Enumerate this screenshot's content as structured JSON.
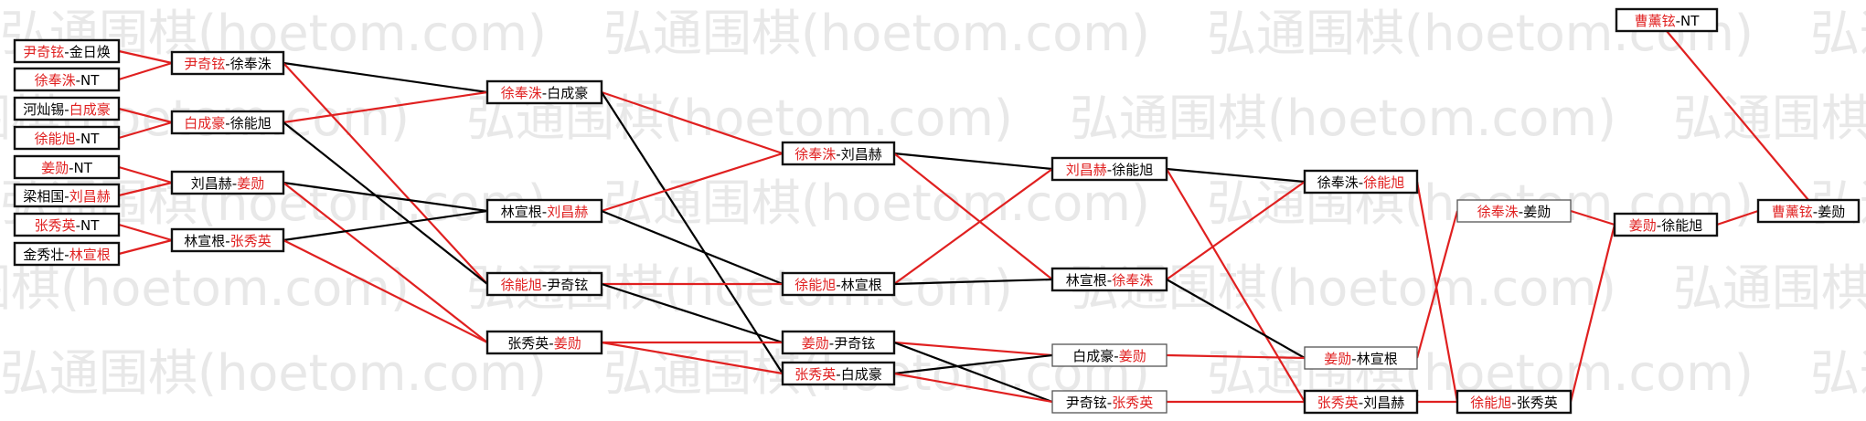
{
  "colors": {
    "winner": "#e02020",
    "loser": "#000000",
    "box_border_dark": "#111111",
    "box_border_light": "#555555",
    "watermark": "#e8e8e8"
  },
  "watermark": {
    "text": "弘通围棋(hoetom.com)"
  },
  "matches": [
    {
      "id": "a1",
      "p1": "尹奇铉",
      "p2": "金日焕",
      "winner": 1
    },
    {
      "id": "a2",
      "p1": "徐奉洙",
      "p2": "NT",
      "winner": 1
    },
    {
      "id": "a3",
      "p1": "河灿锡",
      "p2": "白成豪",
      "winner": 2
    },
    {
      "id": "a4",
      "p1": "徐能旭",
      "p2": "NT",
      "winner": 1
    },
    {
      "id": "a5",
      "p1": "姜勋",
      "p2": "NT",
      "winner": 1
    },
    {
      "id": "a6",
      "p1": "梁相国",
      "p2": "刘昌赫",
      "winner": 2
    },
    {
      "id": "a7",
      "p1": "张秀英",
      "p2": "NT",
      "winner": 1
    },
    {
      "id": "a8",
      "p1": "金秀壮",
      "p2": "林宣根",
      "winner": 2
    },
    {
      "id": "b1",
      "p1": "尹奇铉",
      "p2": "徐奉洙",
      "winner": 1
    },
    {
      "id": "b2",
      "p1": "白成豪",
      "p2": "徐能旭",
      "winner": 1
    },
    {
      "id": "b3",
      "p1": "刘昌赫",
      "p2": "姜勋",
      "winner": 2
    },
    {
      "id": "b4",
      "p1": "林宣根",
      "p2": "张秀英",
      "winner": 2
    },
    {
      "id": "c1",
      "p1": "徐奉洙",
      "p2": "白成豪",
      "winner": 1
    },
    {
      "id": "c2",
      "p1": "林宣根",
      "p2": "刘昌赫",
      "winner": 2
    },
    {
      "id": "c3",
      "p1": "徐能旭",
      "p2": "尹奇铉",
      "winner": 1
    },
    {
      "id": "c4",
      "p1": "张秀英",
      "p2": "姜勋",
      "winner": 2
    },
    {
      "id": "d1",
      "p1": "徐奉洙",
      "p2": "刘昌赫",
      "winner": 1
    },
    {
      "id": "d2",
      "p1": "徐能旭",
      "p2": "林宣根",
      "winner": 1
    },
    {
      "id": "d3",
      "p1": "姜勋",
      "p2": "尹奇铉",
      "winner": 1
    },
    {
      "id": "d4",
      "p1": "张秀英",
      "p2": "白成豪",
      "winner": 1
    },
    {
      "id": "e1",
      "p1": "刘昌赫",
      "p2": "徐能旭",
      "winner": 1
    },
    {
      "id": "e2",
      "p1": "林宣根",
      "p2": "徐奉洙",
      "winner": 2
    },
    {
      "id": "e3",
      "p1": "白成豪",
      "p2": "姜勋",
      "winner": 2
    },
    {
      "id": "e4",
      "p1": "尹奇铉",
      "p2": "张秀英",
      "winner": 2
    },
    {
      "id": "f1",
      "p1": "徐奉洙",
      "p2": "徐能旭",
      "winner": 2
    },
    {
      "id": "f2",
      "p1": "姜勋",
      "p2": "林宣根",
      "winner": 1
    },
    {
      "id": "f3",
      "p1": "张秀英",
      "p2": "刘昌赫",
      "winner": 1
    },
    {
      "id": "g1",
      "p1": "徐奉洙",
      "p2": "姜勋",
      "winner": 1
    },
    {
      "id": "g2",
      "p1": "徐能旭",
      "p2": "张秀英",
      "winner": 1
    },
    {
      "id": "h1",
      "p1": "姜勋",
      "p2": "徐能旭",
      "winner": 1
    },
    {
      "id": "i0",
      "p1": "曹薰铉",
      "p2": "NT",
      "winner": 1
    },
    {
      "id": "i1",
      "p1": "曹薰铉",
      "p2": "姜勋",
      "winner": 1
    }
  ],
  "connections": [
    {
      "from": "a1",
      "to": "b1",
      "result": "winner"
    },
    {
      "from": "a2",
      "to": "b1",
      "result": "winner"
    },
    {
      "from": "a3",
      "to": "b2",
      "result": "winner"
    },
    {
      "from": "a4",
      "to": "b2",
      "result": "winner"
    },
    {
      "from": "a5",
      "to": "b3",
      "result": "winner"
    },
    {
      "from": "a6",
      "to": "b3",
      "result": "winner"
    },
    {
      "from": "a7",
      "to": "b4",
      "result": "winner"
    },
    {
      "from": "a8",
      "to": "b4",
      "result": "winner"
    },
    {
      "from": "b1",
      "to": "c1",
      "result": "loser"
    },
    {
      "from": "b1",
      "to": "c3",
      "result": "winner"
    },
    {
      "from": "b2",
      "to": "c1",
      "result": "winner"
    },
    {
      "from": "b2",
      "to": "c3",
      "result": "loser"
    },
    {
      "from": "b3",
      "to": "c2",
      "result": "loser"
    },
    {
      "from": "b3",
      "to": "c4",
      "result": "winner"
    },
    {
      "from": "b4",
      "to": "c2",
      "result": "loser"
    },
    {
      "from": "b4",
      "to": "c4",
      "result": "winner"
    },
    {
      "from": "c1",
      "to": "d1",
      "result": "winner"
    },
    {
      "from": "c1",
      "to": "d4",
      "result": "loser"
    },
    {
      "from": "c2",
      "to": "d1",
      "result": "winner"
    },
    {
      "from": "c2",
      "to": "d2",
      "result": "loser"
    },
    {
      "from": "c3",
      "to": "d2",
      "result": "winner"
    },
    {
      "from": "c3",
      "to": "d3",
      "result": "loser"
    },
    {
      "from": "c4",
      "to": "d3",
      "result": "winner"
    },
    {
      "from": "c4",
      "to": "d4",
      "result": "winner"
    },
    {
      "from": "d1",
      "to": "e1",
      "result": "loser"
    },
    {
      "from": "d1",
      "to": "e2",
      "result": "winner"
    },
    {
      "from": "d2",
      "to": "e1",
      "result": "winner"
    },
    {
      "from": "d2",
      "to": "e2",
      "result": "loser"
    },
    {
      "from": "d3",
      "to": "e3",
      "result": "winner"
    },
    {
      "from": "d3",
      "to": "e4",
      "result": "loser"
    },
    {
      "from": "d4",
      "to": "e3",
      "result": "loser"
    },
    {
      "from": "d4",
      "to": "e4",
      "result": "winner"
    },
    {
      "from": "e1",
      "to": "f1",
      "result": "loser"
    },
    {
      "from": "e1",
      "to": "f3",
      "result": "winner"
    },
    {
      "from": "e2",
      "to": "f1",
      "result": "winner"
    },
    {
      "from": "e2",
      "to": "f2",
      "result": "loser"
    },
    {
      "from": "e3",
      "to": "f2",
      "result": "winner"
    },
    {
      "from": "e4",
      "to": "f3",
      "result": "winner"
    },
    {
      "from": "f1",
      "to": "g2",
      "result": "winner"
    },
    {
      "from": "f2",
      "to": "g1",
      "result": "winner"
    },
    {
      "from": "f3",
      "to": "g2",
      "result": "winner"
    },
    {
      "from": "g1",
      "to": "h1",
      "result": "winner"
    },
    {
      "from": "g2",
      "to": "h1",
      "result": "winner"
    },
    {
      "from": "h1",
      "to": "i1",
      "result": "winner"
    },
    {
      "from": "i0",
      "to": "i1",
      "result": "winner"
    }
  ]
}
